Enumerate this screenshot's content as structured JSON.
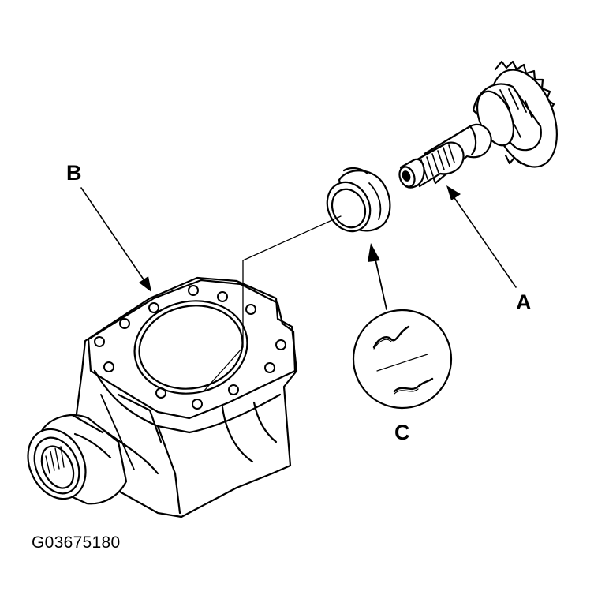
{
  "callouts": {
    "a": "A",
    "b": "B",
    "c": "C"
  },
  "figure_id": "G03675180",
  "icons": {
    "pinion": "pinion-gear-shaft-icon",
    "seal": "oil-seal-icon",
    "housing": "differential-carrier-housing-icon",
    "detail": "seal-lip-detail-icon"
  }
}
